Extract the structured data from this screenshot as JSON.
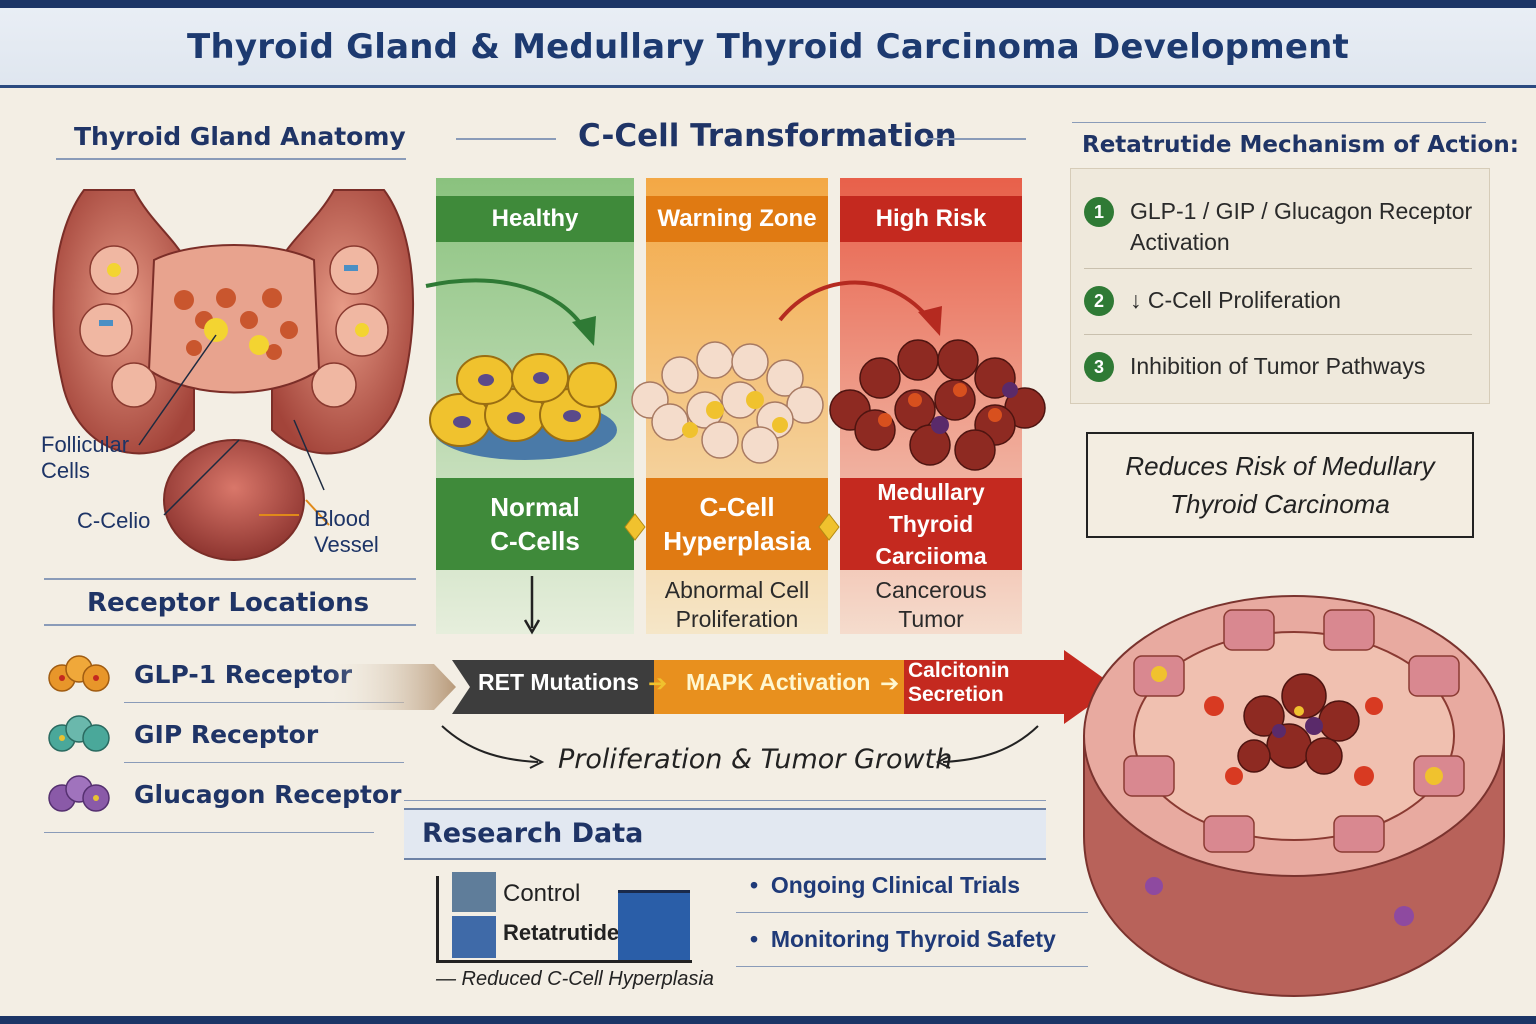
{
  "title": "Thyroid Gland & Medullary Thyroid Carcinoma Development",
  "anatomy": {
    "heading": "Thyroid Gland Anatomy",
    "labels": {
      "follicular": "Follicular\nCells",
      "c_cell": "C-Celio",
      "blood_vessel": "Blood\nVessel"
    }
  },
  "receptors": {
    "heading": "Receptor Locations",
    "items": [
      {
        "label": "GLP-1 Receptor",
        "color": "#e8962a"
      },
      {
        "label": "GIP Receptor",
        "color": "#4aa89a"
      },
      {
        "label": "Glucagon Receptor",
        "color": "#8a5aa8"
      }
    ]
  },
  "transformation": {
    "heading": "C-Cell Transformation",
    "stages": [
      {
        "zone": "Healthy",
        "label": "Normal\nC-Cells",
        "sub": "",
        "color": "#3f8a3a"
      },
      {
        "zone": "Warning Zone",
        "label": "C-Cell\nHyperplasia",
        "sub": "Abnormal Cell\nProliferation",
        "color": "#e07a12"
      },
      {
        "zone": "High Risk",
        "label": "Medullary\nThyroid Carciioma",
        "sub": "Cancerous\nTumor",
        "color": "#c4291f"
      }
    ],
    "pathway": [
      "RET Mutations",
      "MAPK Activation",
      "Calcitonin\nSecretion"
    ],
    "growth": "Proliferation & Tumor Growth"
  },
  "mechanism": {
    "heading": "Retatrutide Mechanism of Action:",
    "items": [
      {
        "num": "1",
        "text": "GLP-1 / GIP / Glucagon Receptor\nActivation"
      },
      {
        "num": "2",
        "text": "↓ C-Cell Proliferation"
      },
      {
        "num": "3",
        "text": "Inhibition of Tumor Pathways"
      }
    ],
    "outcome": "Reduces Risk of Medullary\nThyroid Carcinoma"
  },
  "research": {
    "heading": "Research Data",
    "legend": [
      "Control",
      "Retatrutide"
    ],
    "caption": "— Reduced C-Cell Hyperplasia",
    "bullets": [
      "Ongoing Clinical Trials",
      "Monitoring Thyroid Safety"
    ]
  }
}
